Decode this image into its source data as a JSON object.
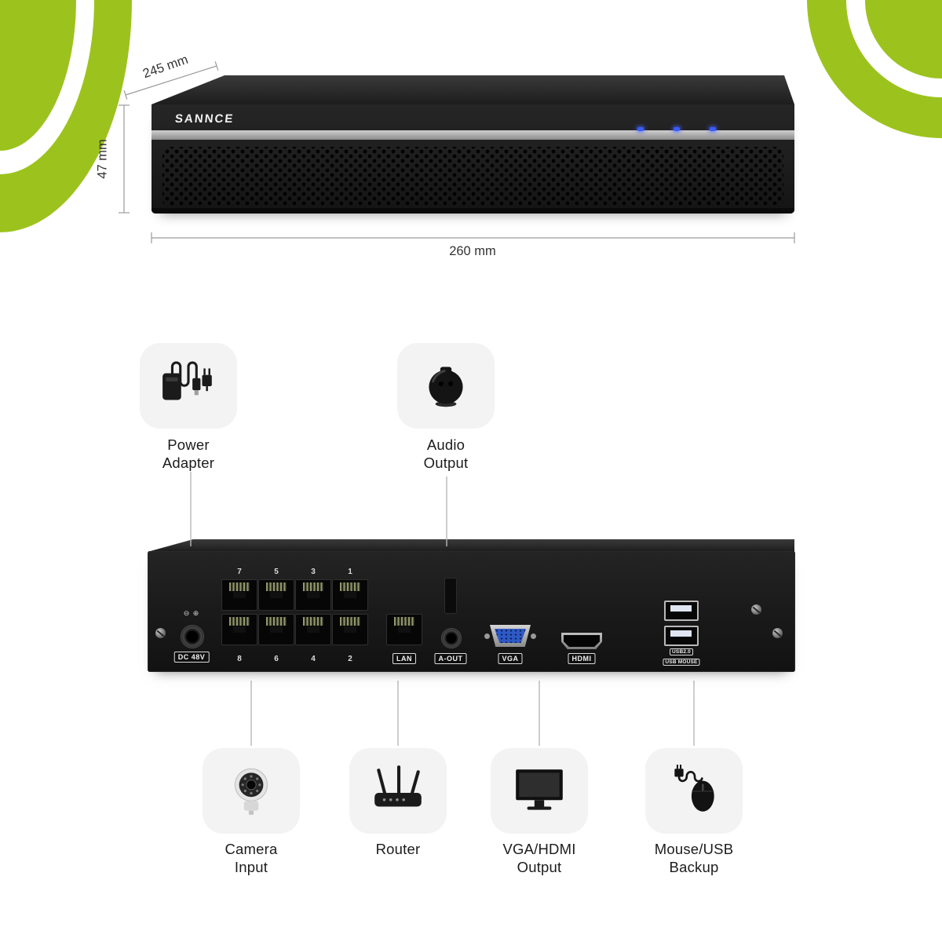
{
  "brand": "SANNCE",
  "front_view": {
    "dim_depth": "245 mm",
    "dim_height": "47 mm",
    "dim_width": "260 mm",
    "led_count": 3
  },
  "callouts": {
    "power_adapter": "Power Adapter",
    "audio_output": "Audio Output",
    "camera_input": "Camera Input",
    "router": "Router",
    "vga_hdmi_output": "VGA/HDMI Output",
    "mouse_usb_backup": "Mouse/USB Backup"
  },
  "rear_view": {
    "dc_polarity": "⊖ ⊕",
    "dc_label": "DC 48V",
    "poe_top_numbers": [
      "7",
      "5",
      "3",
      "1"
    ],
    "poe_bottom_numbers": [
      "8",
      "6",
      "4",
      "2"
    ],
    "lan_label": "LAN",
    "aout_label": "A-OUT",
    "vga_label": "VGA",
    "hdmi_label": "HDMI",
    "usb_label_top": "USB2.0",
    "usb_label_bottom": "USB MOUSE"
  },
  "icons": {
    "power_adapter": "power-adapter-icon",
    "audio_output": "speaker-ball-icon",
    "camera_input": "bullet-camera-icon",
    "router": "router-icon",
    "vga_hdmi_output": "monitor-icon",
    "mouse_usb_backup": "mouse-icon"
  },
  "colors": {
    "accent_green": "#9cc31d",
    "device_black": "#1b1b1b",
    "led_blue": "#3b5bff",
    "card_gray": "#f3f3f4"
  }
}
